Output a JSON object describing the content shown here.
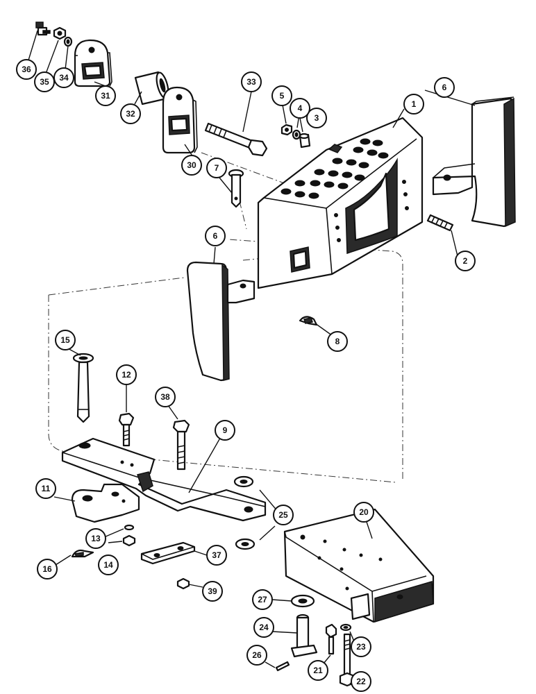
{
  "callouts": [
    {
      "label": "1"
    },
    {
      "label": "2"
    },
    {
      "label": "3"
    },
    {
      "label": "4"
    },
    {
      "label": "5"
    },
    {
      "label": "6"
    },
    {
      "label": "6"
    },
    {
      "label": "7"
    },
    {
      "label": "8"
    },
    {
      "label": "9"
    },
    {
      "label": "11"
    },
    {
      "label": "12"
    },
    {
      "label": "13"
    },
    {
      "label": "14"
    },
    {
      "label": "15"
    },
    {
      "label": "16"
    },
    {
      "label": "20"
    },
    {
      "label": "21"
    },
    {
      "label": "22"
    },
    {
      "label": "23"
    },
    {
      "label": "24"
    },
    {
      "label": "25"
    },
    {
      "label": "26"
    },
    {
      "label": "27"
    },
    {
      "label": "30"
    },
    {
      "label": "31"
    },
    {
      "label": "32"
    },
    {
      "label": "33"
    },
    {
      "label": "34"
    },
    {
      "label": "35"
    },
    {
      "label": "36"
    },
    {
      "label": "37"
    },
    {
      "label": "38"
    },
    {
      "label": "39"
    }
  ],
  "colors": {
    "ink": "#111111",
    "paper": "#ffffff"
  }
}
